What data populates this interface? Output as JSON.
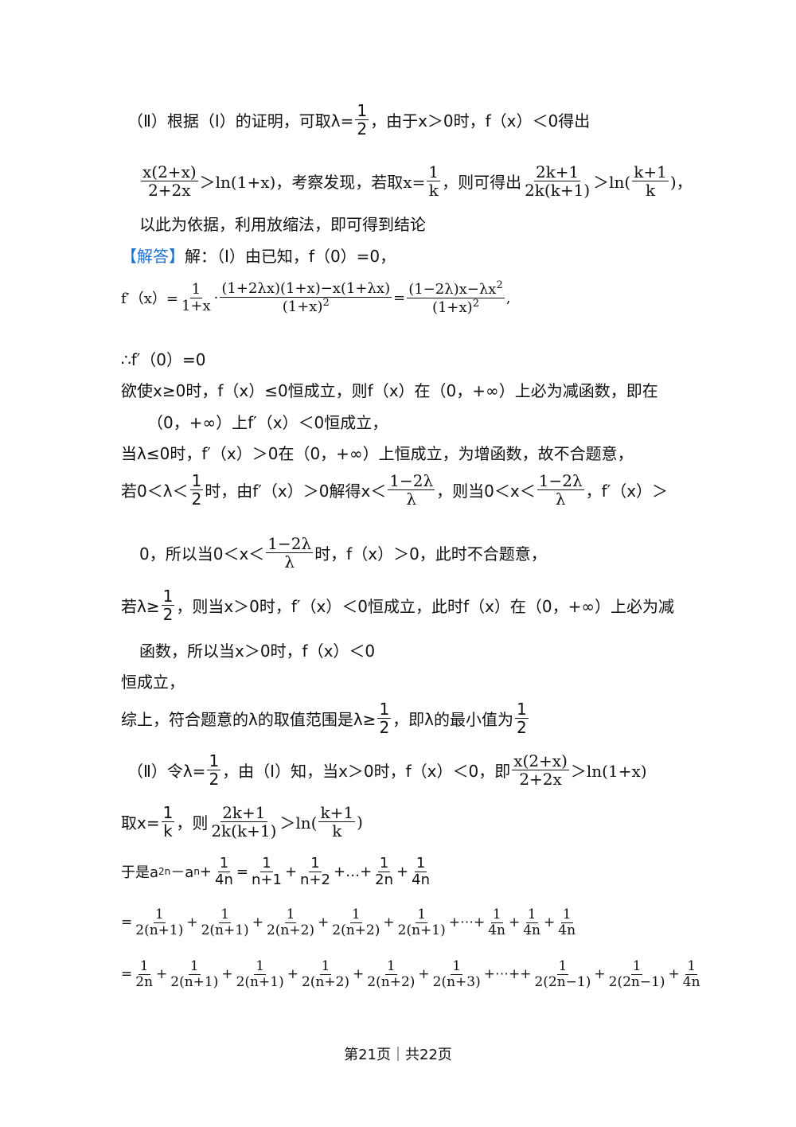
{
  "lines": {
    "l1": "（Ⅱ）根据（Ⅰ）的证明，可取λ=",
    "l1b": "，由于x＞0时，f（x）＜0得出",
    "l2a": "x(2+x)",
    "l2b": "2+2x",
    "l2c": "＞ln(1+x)，考察发现，若取x=",
    "l2d": "，则可得出",
    "l2e": "2k+1",
    "l2f": "2k(k+1)",
    "l2g": "＞ln(",
    "l2h": "k+1",
    "l2i": "k",
    "l2j": ")，",
    "l3": "以此为依据，利用放缩法，即可得到结论",
    "ans_tag": "【解答】",
    "l4": "解：（Ⅰ）由已知，f（0）=0，",
    "l5a": "f′（x）=",
    "l5b": "1+x",
    "l5c": "(1+2λx)(1+x)−x(1+λx)",
    "l5d": "(1+x)",
    "l5e": "(1−2λ)x−λx",
    "l6": "∴f′（0）=0",
    "l7": "欲使x≥0时，f（x）≤0恒成立，则f（x）在（0，+∞）上必为减函数，即在",
    "l8": "（0，+∞）上f′（x）＜0恒成立，",
    "l9": "当λ≤0时，f′（x）＞0在（0，+∞）上恒成立，为增函数，故不合题意，",
    "l10a": "若0＜λ＜",
    "l10b": "时，由f′（x）＞0解得x＜",
    "l10c": "1−2λ",
    "l10d": "λ",
    "l10e": "，则当0＜x＜",
    "l10f": "，f′（x）＞",
    "l11a": "0，所以当0＜x＜",
    "l11b": "时，f（x）＞0，此时不合题意，",
    "l12a": "若λ≥",
    "l12b": "，则当x＞0时，f′（x）＜0恒成立，此时f（x）在（0，+∞）上必为减",
    "l13": "函数，所以当x＞0时，f（x）＜0",
    "l14": "恒成立，",
    "l15a": "综上，符合题意的λ的取值范围是λ≥",
    "l15b": "，即λ的最小值为",
    "l16a": "（Ⅱ）令λ=",
    "l16b": "，由（Ⅰ）知，当x＞0时，f（x）＜0，即",
    "l16c": "＞ln(1+x)",
    "l17a": "取x=",
    "l17b": "，则",
    "l18a": "于是a",
    "l18b": "2n",
    "l18c": "－a",
    "l18d": "n",
    "l18e": "+…+",
    "one": "1",
    "two": "2",
    "sq": "2",
    "k": "k",
    "n4": "4n",
    "n1": "n+1",
    "n2": "n+2",
    "n2n": "2n",
    "d21": "2(n+1)",
    "d22": "2(n+2)",
    "d23": "2(n+3)",
    "d2m": "2(2n−1)",
    "dots": "+⋯+",
    "dots2": "+⋯++"
  },
  "footer": "第21页｜共22页"
}
